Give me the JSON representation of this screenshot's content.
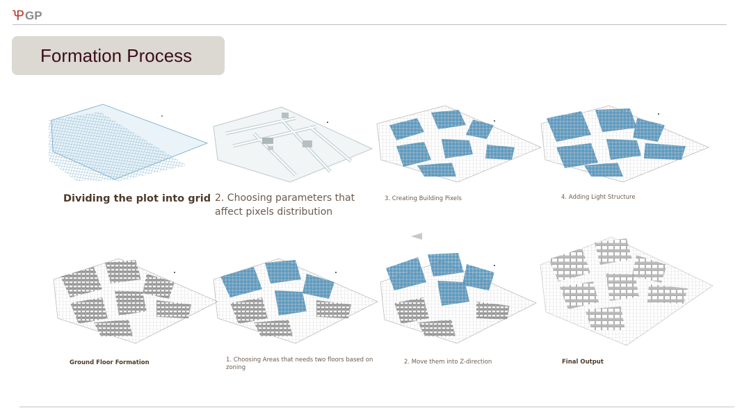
{
  "header": {
    "logo_text": "GP",
    "title": "Formation Process"
  },
  "steps": [
    {
      "caption": "Dividing the plot into grid"
    },
    {
      "caption": "2. Choosing parameters that affect pixels distribution"
    },
    {
      "caption": "3. Creating Building Pixels"
    },
    {
      "caption": "4. Adding Light Structure"
    },
    {
      "caption": "Ground Floor Formation"
    },
    {
      "caption": "1. Choosing Areas that needs two floors based on zoning"
    },
    {
      "caption": "2. Move them into Z-direction"
    },
    {
      "caption": "Final Output"
    }
  ],
  "colors": {
    "title_bg": "#dcd8d2",
    "title_text": "#3b0d1c",
    "grid_blue": "#6fa7c7",
    "pixel_blue": "#5b9cc4",
    "building_grey": "#8e8e8e"
  }
}
